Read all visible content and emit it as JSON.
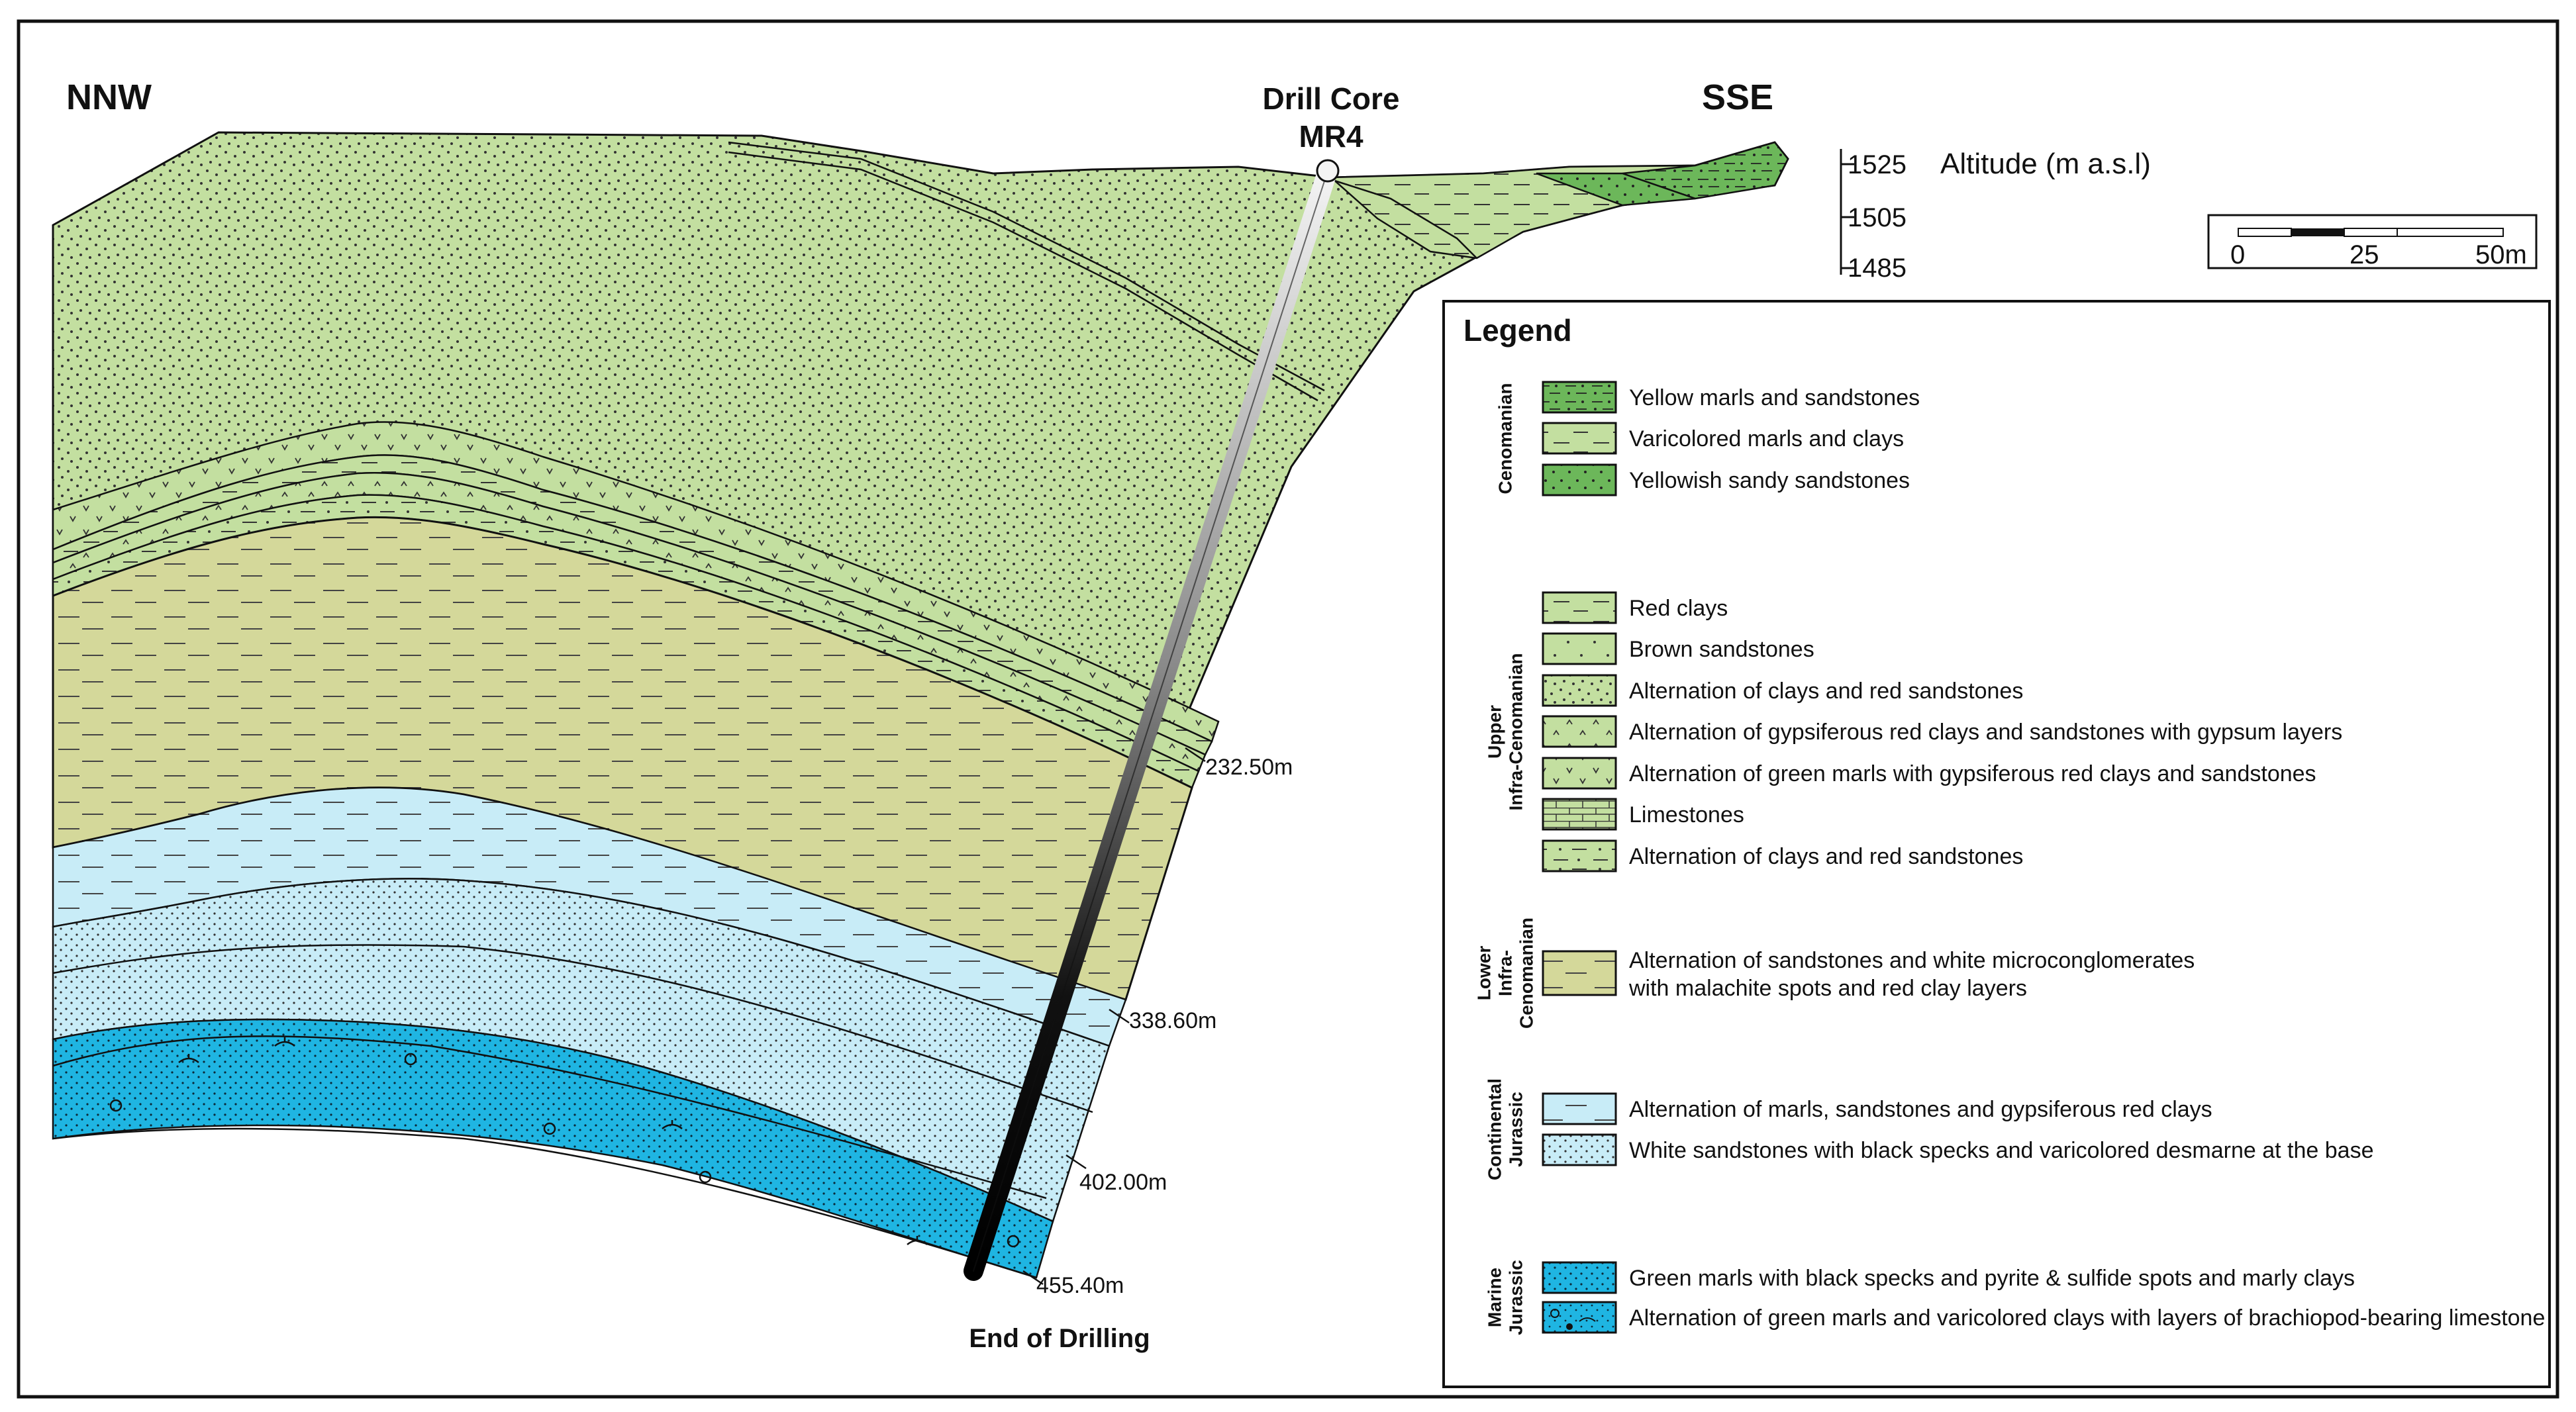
{
  "directions": {
    "left": "NNW",
    "right": "SSE"
  },
  "drill": {
    "label_line1": "Drill Core",
    "label_line2": "MR4",
    "end_label": "End of Drilling",
    "depths": [
      "232.50m",
      "338.60m",
      "402.00m",
      "455.40m"
    ]
  },
  "altitude": {
    "label": "Altitude (m a.s.l)",
    "ticks": [
      "1525",
      "1505",
      "1485"
    ]
  },
  "scale": {
    "labels": [
      "0",
      "25",
      "50m"
    ]
  },
  "colors": {
    "green": "#c3dfa0",
    "green_dark": "#6cb75a",
    "yellow": "#d4d89a",
    "light_blue": "#c8ecf7",
    "blue": "#1fb5e2",
    "outline": "#111111"
  },
  "legend": {
    "title": "Legend",
    "groups": [
      {
        "name_lines": [
          "Cenomanian"
        ],
        "items": [
          {
            "label": "Yellow marls and sandstones",
            "swatch": "yellow-marls-dark-green"
          },
          {
            "label": "Varicolored marls and clays",
            "swatch": "dashes-green"
          },
          {
            "label": "Yellowish sandy sandstones",
            "swatch": "dots-dark-green"
          }
        ]
      },
      {
        "name_lines": [
          "Upper",
          "Infra-Cenomanian"
        ],
        "items": [
          {
            "label": "Red clays",
            "swatch": "dashes-green"
          },
          {
            "label": "Brown sandstones",
            "swatch": "sparse-dots-green"
          },
          {
            "label": "Alternation of clays and red sandstones",
            "swatch": "dots-green"
          },
          {
            "label": "Alternation of gypsiferous red clays and sandstones with gypsum layers",
            "swatch": "carets-green"
          },
          {
            "label": "Alternation of green marls with gypsiferous red clays and sandstones",
            "swatch": "v-green"
          },
          {
            "label": "Limestones",
            "swatch": "bricks-green"
          },
          {
            "label": "Alternation of clays and red sandstones",
            "swatch": "dashes-dots-green"
          }
        ]
      },
      {
        "name_lines": [
          "Lower",
          "Infra-",
          "Cenomanian"
        ],
        "items": [
          {
            "label": "Alternation of sandstones and white microconglomerates",
            "label2": "with malachite spots and red clay layers",
            "swatch": "dashes-yellow"
          }
        ]
      },
      {
        "name_lines": [
          "Continental",
          "Jurassic"
        ],
        "items": [
          {
            "label": "Alternation of marls, sandstones and gypsiferous red clays",
            "swatch": "dashes-lightblue"
          },
          {
            "label": "White sandstones with black specks and varicolored desmarne at the base",
            "swatch": "dots-lightblue"
          }
        ]
      },
      {
        "name_lines": [
          "Marine",
          "Jurassic"
        ],
        "items": [
          {
            "label": "Green marls with black specks and pyrite & sulfide spots and marly clays",
            "swatch": "dots-blue"
          },
          {
            "label": "Alternation of green marls and varicolored clays with layers of brachiopod-bearing limestone",
            "swatch": "fossils-blue"
          }
        ]
      }
    ]
  }
}
